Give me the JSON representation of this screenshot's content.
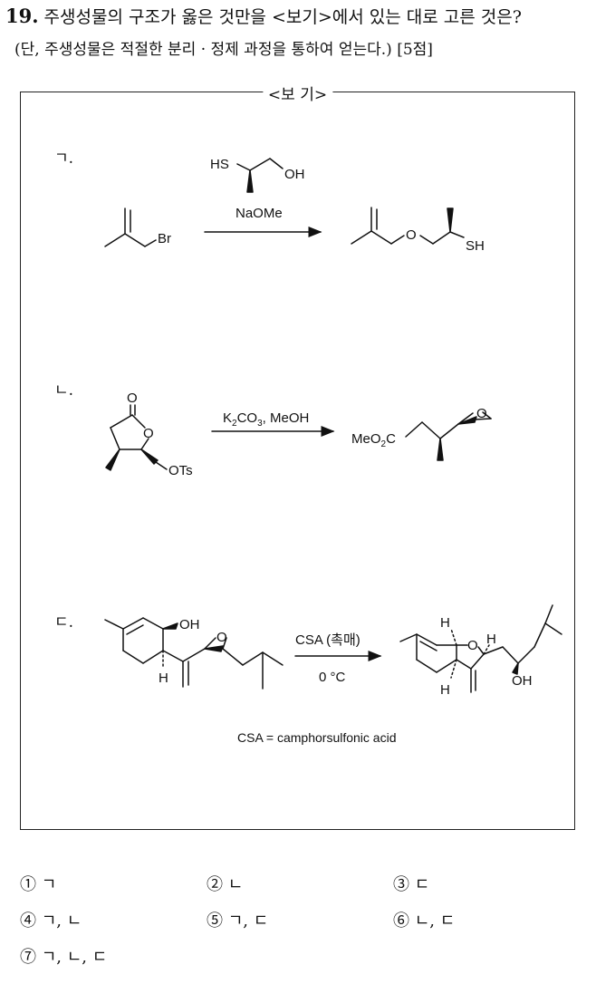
{
  "question": {
    "number": "19.",
    "text": "주생성물의 구조가 옳은 것만을 <보기>에서 있는 대로 고른 것은?",
    "condition": "(단, 주생성물은 적절한 분리 · 정제 과정을 통하여 얻는다.) [5점]"
  },
  "box": {
    "title": "<보 기>",
    "items": [
      {
        "label": "ㄱ.",
        "reagent_top_label": "HS",
        "reagent_oh": "OH",
        "reagent_condition": "NaOMe",
        "start_label": "Br",
        "product_o": "O",
        "product_sh": "SH"
      },
      {
        "label": "ㄴ.",
        "start_carbonyl_o": "O",
        "start_ring_o": "O",
        "start_ots": "OTs",
        "condition_k": "K",
        "condition_sub1": "2",
        "condition_co": "CO",
        "condition_sub2": "3",
        "condition_rest": ", MeOH",
        "product_meo": "MeO",
        "product_sub": "2",
        "product_c": "C",
        "product_epoxide_o": "O"
      },
      {
        "label": "ㄷ.",
        "start_oh": "OH",
        "start_h": "H",
        "start_epoxide_o": "O",
        "condition_top": "CSA (촉매)",
        "condition_bottom": "0 °C",
        "product_h_top": "H",
        "product_o": "O",
        "product_h_right": "H",
        "product_h_bottom": "H",
        "product_oh": "OH",
        "note": "CSA = camphorsulfonic acid"
      }
    ]
  },
  "choices": [
    "① ㄱ",
    "② ㄴ",
    "③ ㄷ",
    "④ ㄱ, ㄴ",
    "⑤ ㄱ, ㄷ",
    "⑥ ㄴ, ㄷ",
    "⑦ ㄱ, ㄴ, ㄷ"
  ]
}
